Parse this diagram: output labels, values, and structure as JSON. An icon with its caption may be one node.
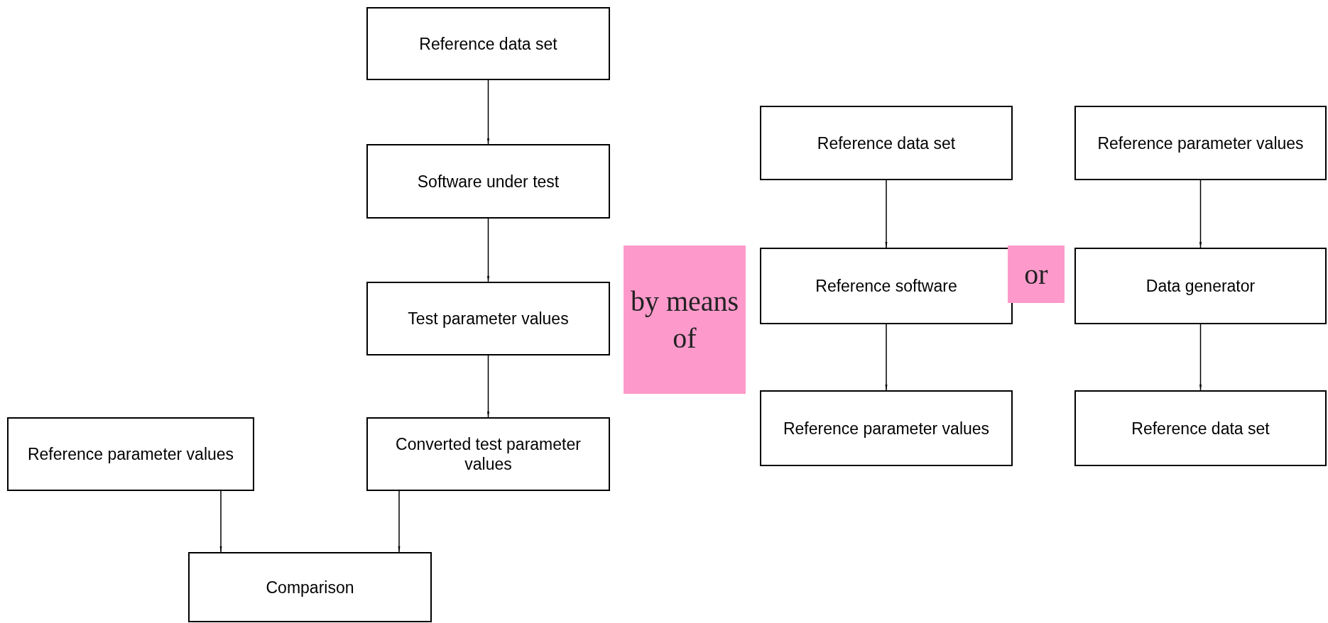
{
  "diagram": {
    "nodes": [
      {
        "text": [
          "Reference data set"
        ]
      },
      {
        "text": [
          "Software under test"
        ]
      },
      {
        "text": [
          "Test parameter values"
        ]
      },
      {
        "text": [
          "by means of"
        ]
      },
      {
        "text": [
          "Reference data set"
        ]
      },
      {
        "text": [
          "Reference software"
        ]
      },
      {
        "text": [
          "or"
        ]
      },
      {
        "text": [
          "Reference parameter values"
        ]
      },
      {
        "text": [
          "Reference parameter values"
        ]
      },
      {
        "text": [
          "Data generator"
        ]
      },
      {
        "text": [
          "Reference data set"
        ]
      },
      {
        "text": [
          "Reference parameter values"
        ]
      },
      {
        "text": [
          "Converted test parameter values"
        ]
      },
      {
        "text": [
          "Comparison"
        ]
      }
    ],
    "edges": [
      {
        "from": 0,
        "to": 1,
        "arrow": "to"
      },
      {
        "from": 1,
        "to": 2,
        "arrow": "to"
      },
      {
        "from": 2,
        "to": 12,
        "arrow": "to"
      },
      {
        "from": 11,
        "to": 13,
        "arrow": "to"
      },
      {
        "from": 12,
        "to": 13,
        "arrow": "to"
      },
      {
        "from": 4,
        "to": 5,
        "arrow": "to"
      },
      {
        "from": 5,
        "to": 7,
        "arrow": "to"
      },
      {
        "from": 8,
        "to": 9,
        "arrow": "to"
      },
      {
        "from": 9,
        "to": 10,
        "arrow": "to"
      }
    ]
  }
}
